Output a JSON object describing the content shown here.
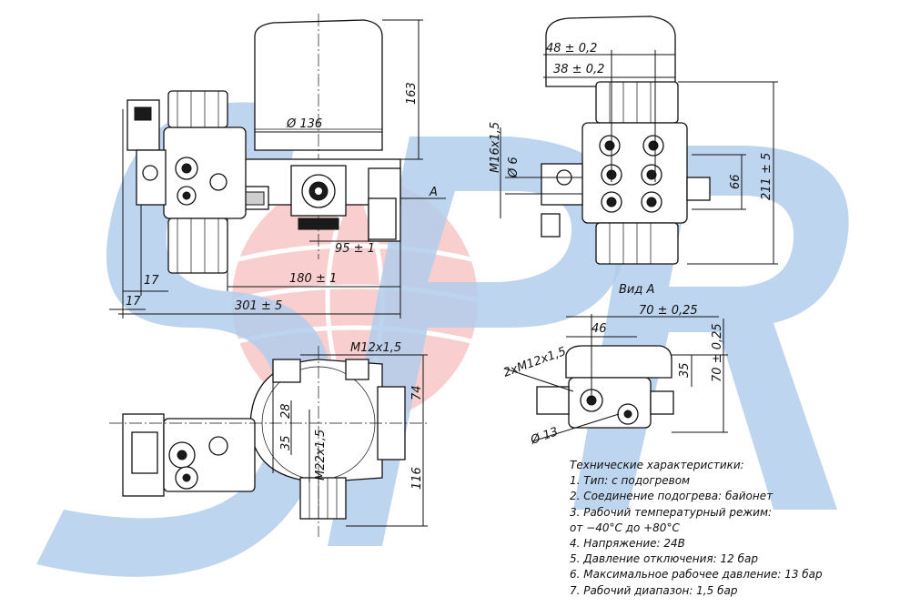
{
  "watermark": {
    "text": "SPR",
    "colors": {
      "letters": "#3b82c8",
      "globe": "#e8454f"
    }
  },
  "dimensions": {
    "top_left": {
      "height_163": "163",
      "dia_136": "Ø 136",
      "mark_A": "A",
      "d_95": "95 ± 1",
      "d_180": "180 ± 1",
      "d_301": "301 ± 5",
      "d_17a": "17",
      "d_17b": "17"
    },
    "top_right": {
      "d_48": "48 ± 0,2",
      "d_38": "38 ± 0,2",
      "m16": "M16x1,5",
      "dia_6": "Ø 6",
      "d_66": "66",
      "d_211": "211 ± 5"
    },
    "view_a": {
      "caption": "Вид А",
      "d_70w": "70 ± 0,25",
      "d_46": "46",
      "d_35": "35",
      "d_70h": "70 ± 0,25",
      "thread": "2xM12x1,5",
      "dia_13": "Ø 13"
    },
    "bottom_left": {
      "m12": "M12x1,5",
      "d_74": "74",
      "d_28": "28",
      "d_35": "35",
      "m22": "M22x1,5",
      "d_116": "116"
    }
  },
  "specs": {
    "title": "Технические характеристики:",
    "items": [
      "1. Тип: с подогревом",
      "2. Соединение подогрева: байонет",
      "3. Рабочий температурный режим:",
      "от −40°C до +80°C",
      "4. Напряжение: 24В",
      "5. Давление отключения: 12 бар",
      "6. Максимальное рабочее давление: 13 бар",
      "7. Рабочий диапазон: 1,5 бар"
    ]
  }
}
